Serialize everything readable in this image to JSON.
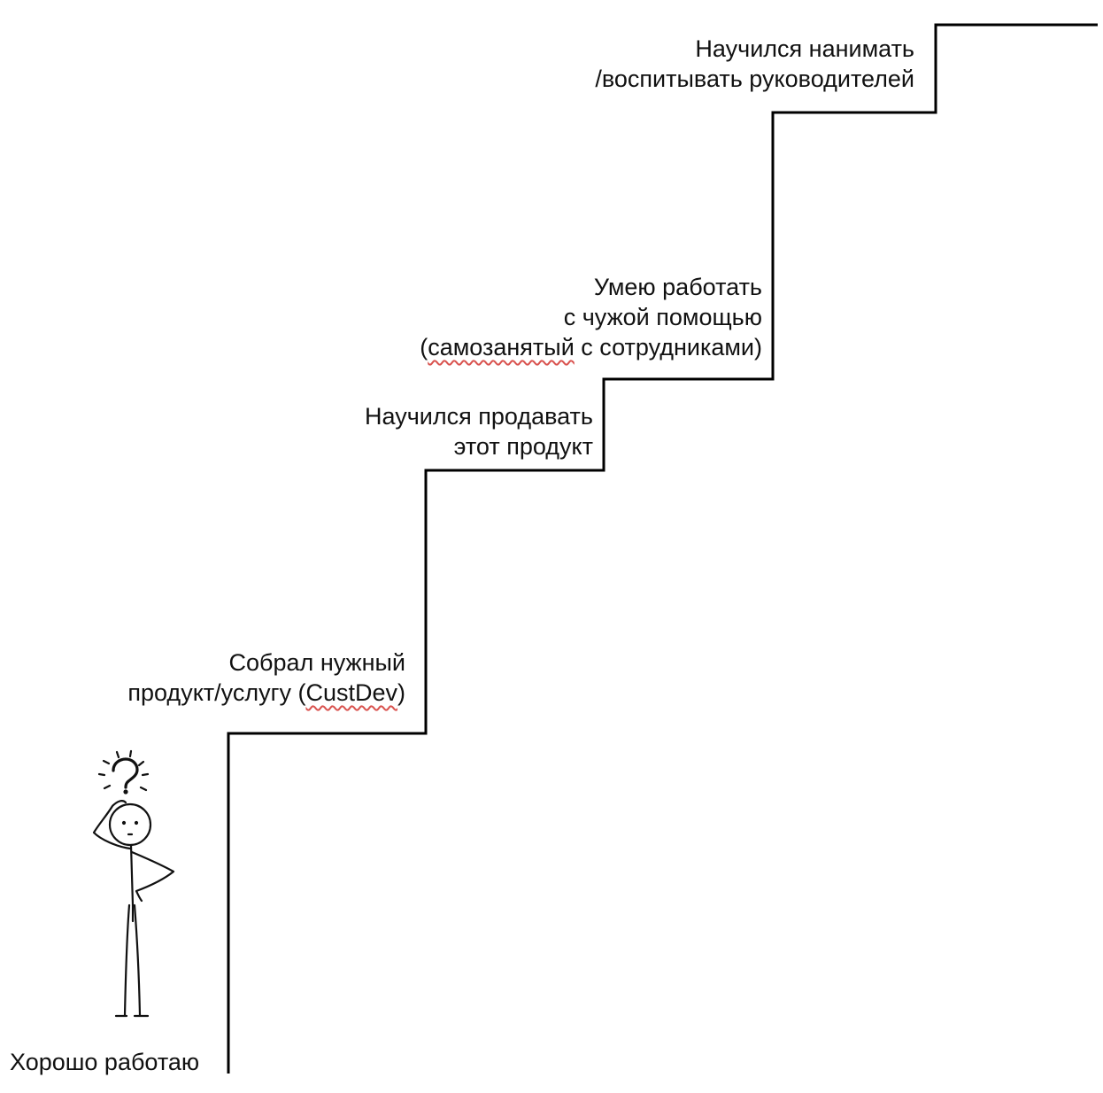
{
  "diagram": {
    "steps": [
      {
        "id": "step-0",
        "label": "Хорошо работаю"
      },
      {
        "id": "step-1",
        "label_lines": [
          "Собрал нужный",
          "продукт/услугу (",
          "CustDev",
          ")"
        ]
      },
      {
        "id": "step-2",
        "label": "Научился продавать\nэтот продукт"
      },
      {
        "id": "step-3",
        "label_lines": [
          "Умею работать",
          "с чужой помощью",
          "(",
          "самозанятый",
          " с сотрудниками)"
        ]
      },
      {
        "id": "step-4",
        "label": "Научился  нанимать\n/воспитывать руководителей"
      }
    ],
    "colors": {
      "line": "#000000",
      "text": "#111111",
      "spellcheck": "#d9534f"
    },
    "icons": [
      "question-mark-icon",
      "thinking-stick-figure"
    ]
  }
}
